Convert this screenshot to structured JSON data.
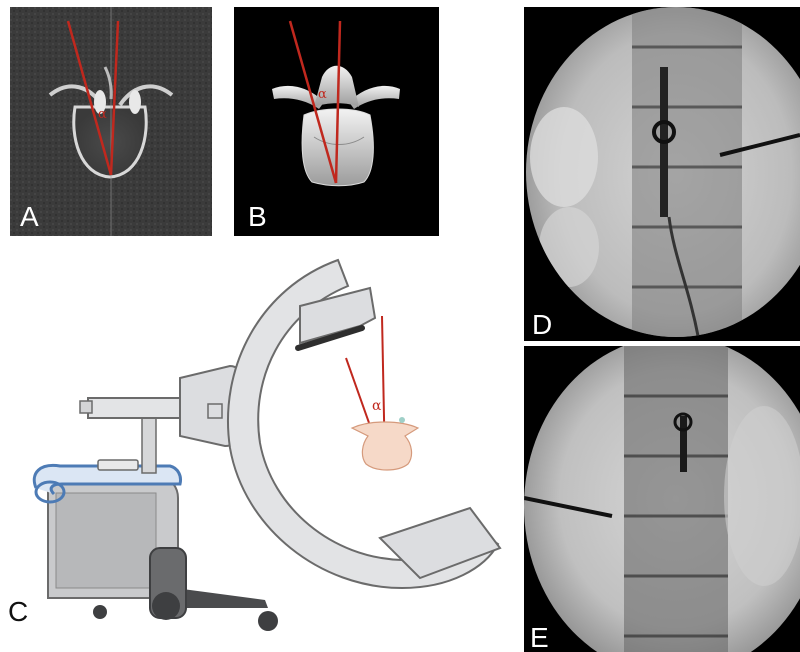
{
  "figure": {
    "panels": [
      {
        "id": "A",
        "label": "A",
        "angle_label": "α",
        "description_icon": "ct-axial-vertebra"
      },
      {
        "id": "B",
        "label": "B",
        "angle_label": "α",
        "description_icon": "3d-vertebra-render"
      },
      {
        "id": "C",
        "label": "C",
        "angle_label": "α",
        "description_icon": "c-arm-illustration"
      },
      {
        "id": "D",
        "label": "D",
        "description_icon": "fluoroscopy-ap"
      },
      {
        "id": "E",
        "label": "E",
        "description_icon": "fluoroscopy-oblique"
      }
    ],
    "colors": {
      "angle_line": "#c0281e",
      "panel_bg_dark": "#000000",
      "ct_bg": "#3a3a3a",
      "carm_fill": "#e2e3e5",
      "carm_stroke": "#6b6b6b",
      "vertebra_fill": "#f6d9c8"
    }
  }
}
